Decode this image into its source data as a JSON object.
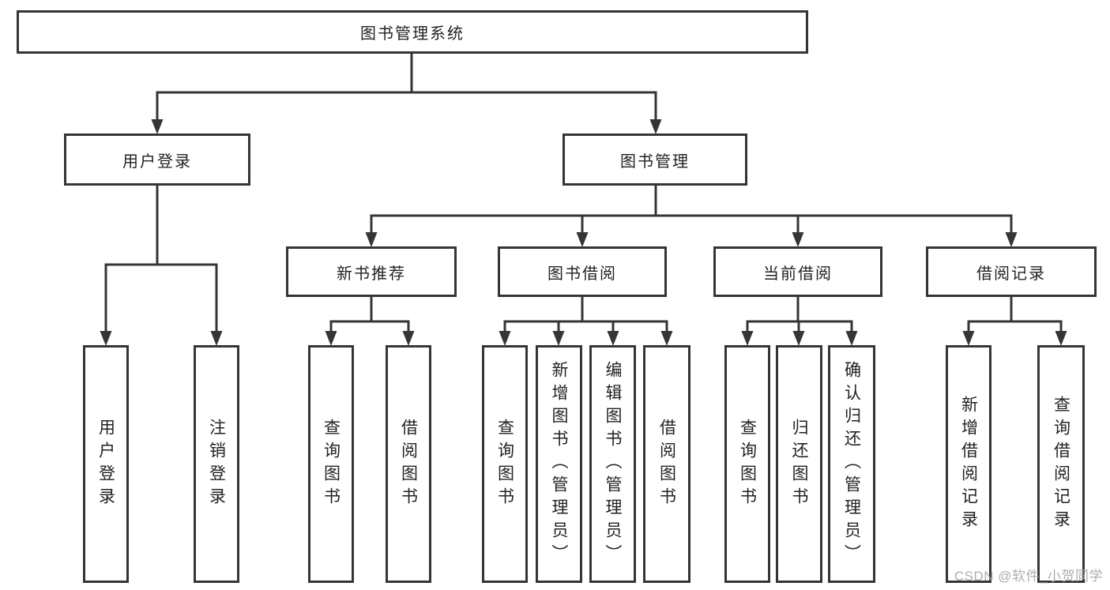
{
  "tree": {
    "root": "图书管理系统",
    "user": {
      "label": "用户登录",
      "leaves": [
        "用户登录",
        "注销登录"
      ]
    },
    "book": {
      "label": "图书管理",
      "sections": [
        {
          "label": "新书推荐",
          "leaves": [
            "查询图书",
            "借阅图书"
          ]
        },
        {
          "label": "图书借阅",
          "leaves": [
            "查询图书",
            "新增图书（管理员）",
            "编辑图书（管理员）",
            "借阅图书"
          ]
        },
        {
          "label": "当前借阅",
          "leaves": [
            "查询图书",
            "归还图书",
            "确认归还（管理员）"
          ]
        },
        {
          "label": "借阅记录",
          "leaves": [
            "新增借阅记录",
            "查询借阅记录"
          ]
        }
      ]
    }
  },
  "watermark": "CSDN @软件_小贺同学",
  "colors": {
    "line": "#353535",
    "text": "#222222",
    "background": "#ffffff",
    "watermark": "#adadad"
  }
}
